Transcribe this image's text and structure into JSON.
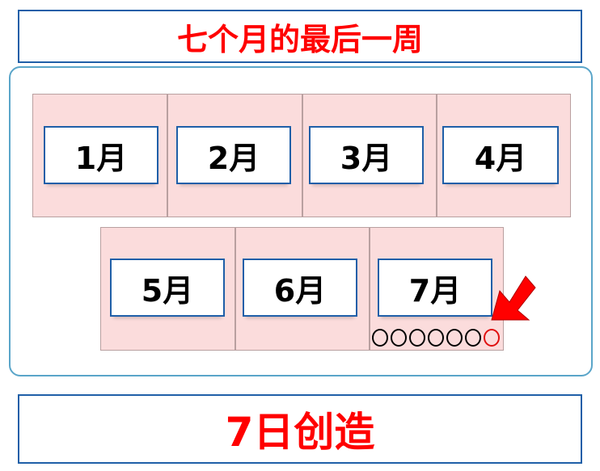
{
  "title": "七个月的最后一周",
  "footer": "7日创造",
  "months": [
    "1月",
    "2月",
    "3月",
    "4月",
    "5月",
    "6月",
    "7月"
  ],
  "week_dots": {
    "total": 7,
    "highlighted_index": 6
  },
  "colors": {
    "title_text": "#ff0000",
    "box_border": "#1f5fa8",
    "cell_fill": "#fbdcdc",
    "frame_border": "#5aa5c9",
    "arrow": "#ff0000"
  }
}
